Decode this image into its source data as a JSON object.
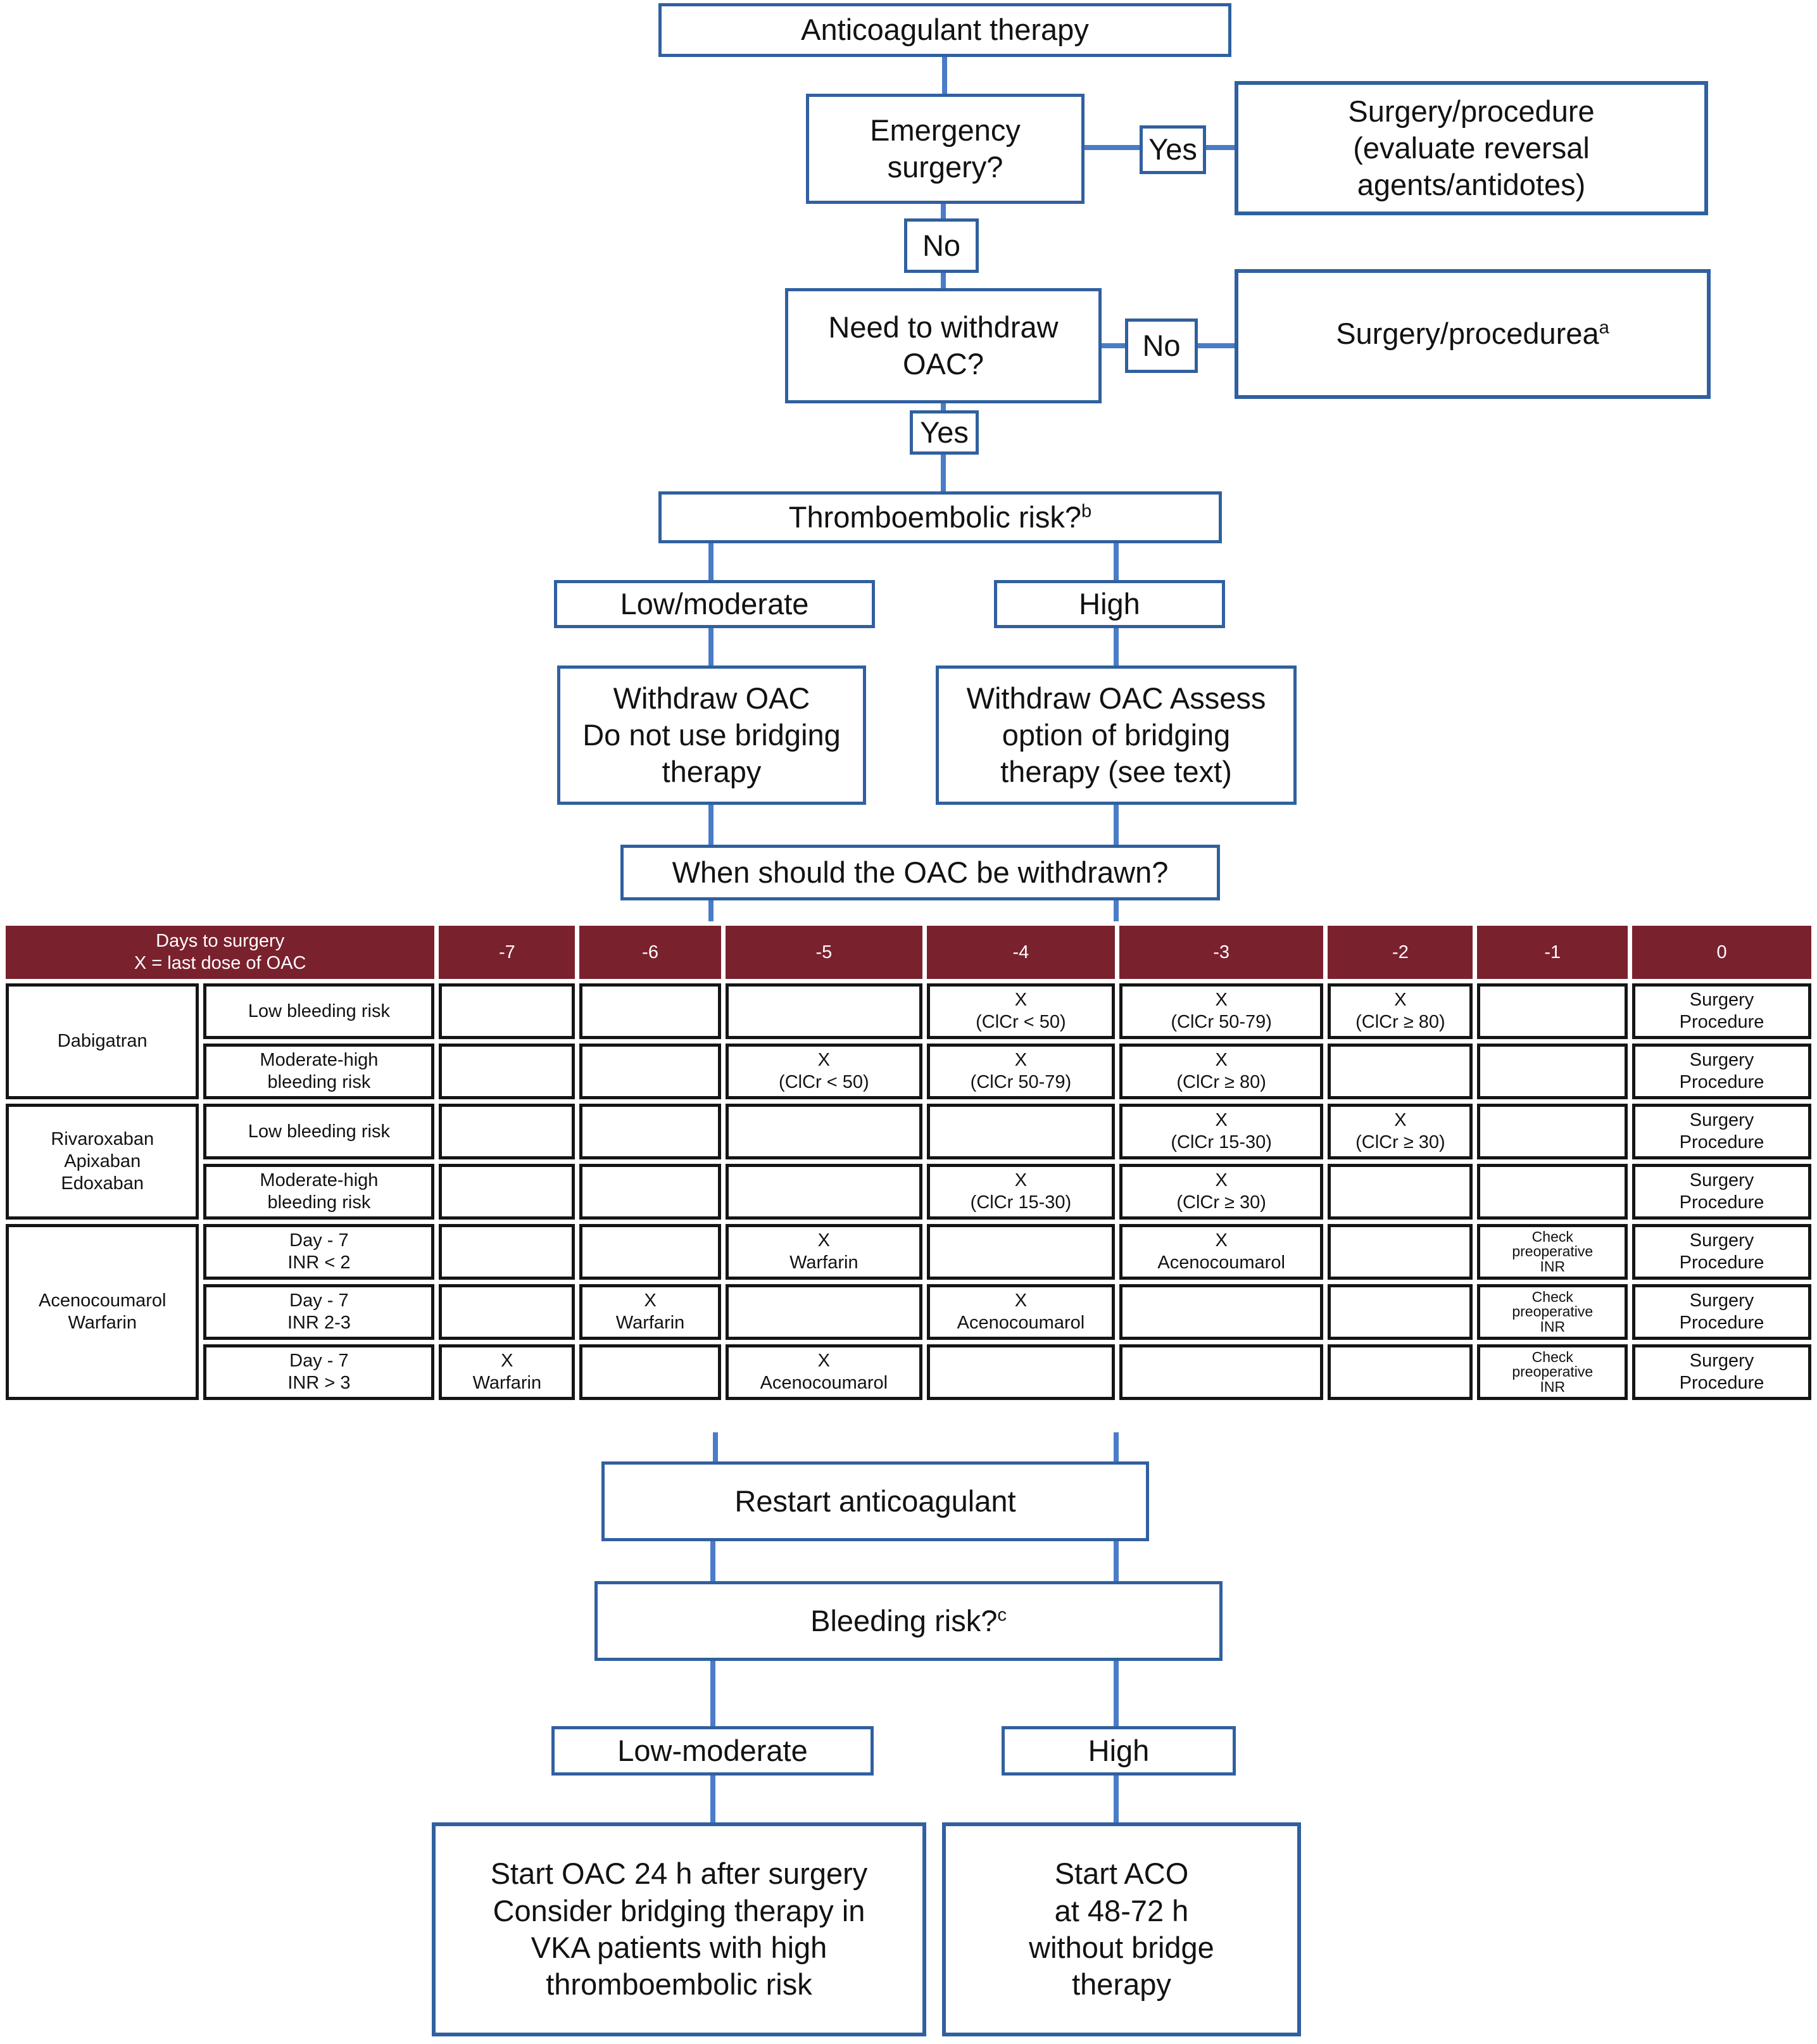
{
  "colors": {
    "connector_blue": "#4a7cc7",
    "box_border_blue": "#30609f",
    "table_header_maroon": "#7a212e",
    "table_cell_border": "#151515"
  },
  "flowchart": {
    "start": "Anticoagulant therapy",
    "emergency_question": "Emergency\nsurgery?",
    "emergency_yes_label": "Yes",
    "emergency_yes_result": "Surgery/procedure\n(evaluate reversal\nagents/antidotes)",
    "emergency_no_label": "No",
    "withdraw_question": "Need to withdraw\nOAC?",
    "withdraw_no_label": "No",
    "withdraw_no_result_main": "Surgery/procedurea",
    "withdraw_no_result_sup": "a",
    "withdraw_yes_label": "Yes",
    "thromboembolic_question_main": "Thromboembolic risk?",
    "thromboembolic_question_sup": "b",
    "thromboembolic_low": "Low/moderate",
    "thromboembolic_high": "High",
    "withdraw_low_action": "Withdraw OAC\nDo not use bridging\ntherapy",
    "withdraw_high_action": "Withdraw OAC Assess\noption of bridging\ntherapy (see text)",
    "when_question": "When should the OAC be withdrawn?",
    "restart": "Restart anticoagulant",
    "bleeding_question_main": "Bleeding risk?",
    "bleeding_question_sup": "c",
    "bleeding_low": "Low-moderate",
    "bleeding_high": "High",
    "final_low": "Start OAC 24 h after surgery\nConsider bridging therapy in\nVKA patients with high\nthromboembolic risk",
    "final_high": "Start ACO\nat 48-72 h\nwithout bridge\ntherapy"
  },
  "table": {
    "header_label": "Days to surgery\nX = last dose of OAC",
    "day_columns": [
      "-7",
      "-6",
      "-5",
      "-4",
      "-3",
      "-2",
      "-1",
      "0"
    ],
    "groups": [
      {
        "drug": "Dabigatran",
        "rows": [
          {
            "label": "Low bleeding risk",
            "cells": [
              "",
              "",
              "",
              "X\n(ClCr < 50)",
              "X\n(ClCr 50-79)",
              "X\n(ClCr ≥ 80)",
              "",
              "Surgery\nProcedure"
            ]
          },
          {
            "label": "Moderate-high\nbleeding risk",
            "cells": [
              "",
              "",
              "X\n(ClCr < 50)",
              "X\n(ClCr 50-79)",
              "X\n(ClCr ≥ 80)",
              "",
              "",
              "Surgery\nProcedure"
            ]
          }
        ]
      },
      {
        "drug": "Rivaroxaban\nApixaban\nEdoxaban",
        "rows": [
          {
            "label": "Low bleeding risk",
            "cells": [
              "",
              "",
              "",
              "",
              "X\n(ClCr 15-30)",
              "X\n(ClCr ≥ 30)",
              "",
              "Surgery\nProcedure"
            ]
          },
          {
            "label": "Moderate-high\nbleeding risk",
            "cells": [
              "",
              "",
              "",
              "X\n(ClCr 15-30)",
              "X\n(ClCr ≥ 30)",
              "",
              "",
              "Surgery\nProcedure"
            ]
          }
        ]
      },
      {
        "drug": "Acenocoumarol\nWarfarin",
        "rows": [
          {
            "label": "Day - 7\nINR < 2",
            "cells": [
              "",
              "",
              "X\nWarfarin",
              "",
              "X\nAcenocoumarol",
              "",
              "Check\npreoperative\nINR",
              "Surgery\nProcedure"
            ]
          },
          {
            "label": "Day - 7\nINR 2-3",
            "cells": [
              "",
              "X\nWarfarin",
              "",
              "X\nAcenocoumarol",
              "",
              "",
              "Check\npreoperative\nINR",
              "Surgery\nProcedure"
            ]
          },
          {
            "label": "Day - 7\nINR > 3",
            "cells": [
              "X\nWarfarin",
              "",
              "X\nAcenocoumarol",
              "",
              "",
              "",
              "Check\npreoperative\nINR",
              "Surgery\nProcedure"
            ]
          }
        ]
      }
    ]
  }
}
